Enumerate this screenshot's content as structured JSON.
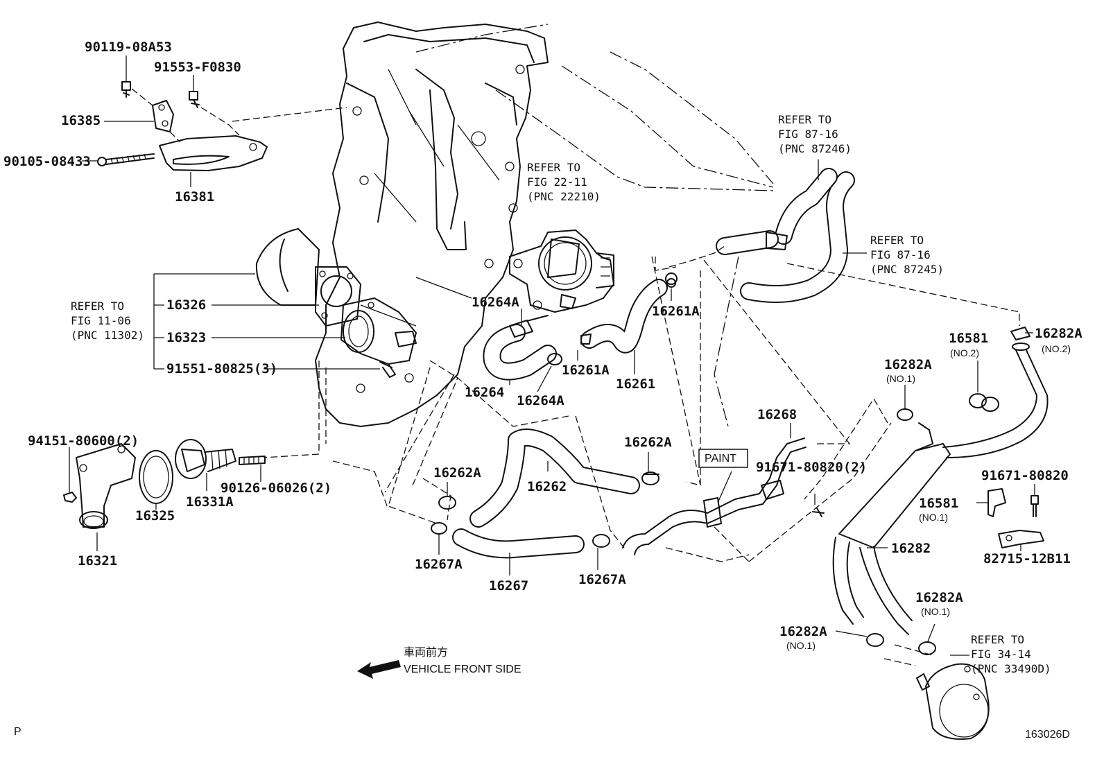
{
  "parts": {
    "p90119": "90119-08A53",
    "p91553": "91553-F0830",
    "p16385": "16385",
    "p90105": "90105-08433",
    "p16381": "16381",
    "p16326": "16326",
    "p16323": "16323",
    "p91551": "91551-80825(3)",
    "p94151": "94151-80600(2)",
    "p16321": "16321",
    "p16325": "16325",
    "p16331A": "16331A",
    "p90126": "90126-06026(2)",
    "p16264A_a": "16264A",
    "p16264": "16264",
    "p16264A_b": "16264A",
    "p16261A_a": "16261A",
    "p16261A_b": "16261A",
    "p16261": "16261",
    "p16262A_a": "16262A",
    "p16262A_b": "16262A",
    "p16262": "16262",
    "p16267A_a": "16267A",
    "p16267": "16267",
    "p16267A_b": "16267A",
    "p16268": "16268",
    "p91671_2": "91671-80820(2)",
    "p91671": "91671-80820",
    "p16581_no2": "16581",
    "p16581_no1": "16581",
    "p16282A_top": "16282A",
    "p16282A_no1a": "16282A",
    "p16282A_no1b": "16282A",
    "p16282A_no1c": "16282A",
    "p16282": "16282",
    "p82715": "82715-12B11"
  },
  "subs": {
    "no2_a": "(NO.2)",
    "no2_b": "(NO.2)",
    "no1_a": "(NO.1)",
    "no1_b": "(NO.1)",
    "no1_c": "(NO.1)",
    "no1_d": "(NO.1)"
  },
  "refs": {
    "r1106_a": "REFER TO",
    "r1106_b": "FIG 11-06",
    "r1106_c": "(PNC 11302)",
    "r2211_a": "REFER TO",
    "r2211_b": "FIG 22-11",
    "r2211_c": "(PNC 22210)",
    "r87246_a": "REFER TO",
    "r87246_b": "FIG 87-16",
    "r87246_c": "(PNC 87246)",
    "r87245_a": "REFER TO",
    "r87245_b": "FIG 87-16",
    "r87245_c": "(PNC 87245)",
    "r3414_a": "REFER TO",
    "r3414_b": "FIG 34-14",
    "r3414_c": "(PNC 33490D)"
  },
  "notes": {
    "paint": "PAINT",
    "front_jp": "車両前方",
    "front_en": "VEHICLE FRONT SIDE",
    "corner_p": "P",
    "figure_id": "163026D"
  }
}
